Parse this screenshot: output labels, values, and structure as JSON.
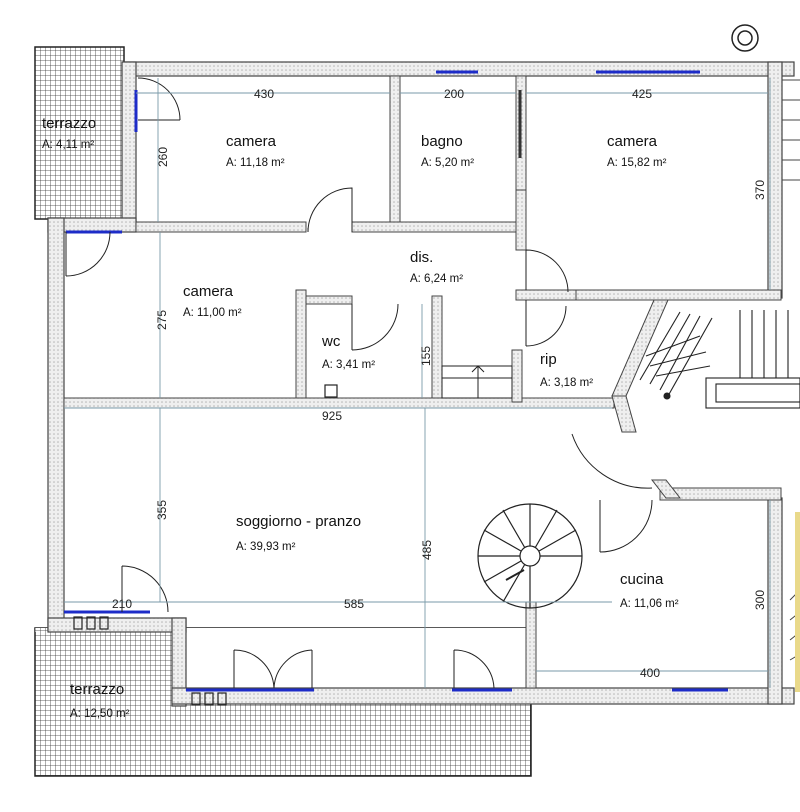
{
  "plan": {
    "rooms": [
      {
        "name": "terrazzo",
        "area": "A: 4,11 m²"
      },
      {
        "name": "camera",
        "area": "A: 11,18 m²"
      },
      {
        "name": "bagno",
        "area": "A: 5,20 m²"
      },
      {
        "name": "camera",
        "area": "A: 15,82 m²"
      },
      {
        "name": "camera",
        "area": "A: 11,00 m²"
      },
      {
        "name": "dis.",
        "area": "A: 6,24 m²"
      },
      {
        "name": "wc",
        "area": "A: 3,41 m²"
      },
      {
        "name": "rip",
        "area": "A: 3,18 m²"
      },
      {
        "name": "soggiorno - pranzo",
        "area": "A: 39,93 m²"
      },
      {
        "name": "cucina",
        "area": "A: 11,06 m²"
      },
      {
        "name": "terrazzo",
        "area": "A: 12,50 m²"
      }
    ],
    "dimensions": [
      "430",
      "200",
      "425",
      "260",
      "370",
      "275",
      "155",
      "925",
      "355",
      "485",
      "210",
      "585",
      "300",
      "400"
    ],
    "colors": {
      "wall_fill": "#eeeeee",
      "wall_line": "#444444",
      "window": "#1d2cc8",
      "dimension_line": "#7a9aa8",
      "stair_hatch": "#222222"
    }
  }
}
